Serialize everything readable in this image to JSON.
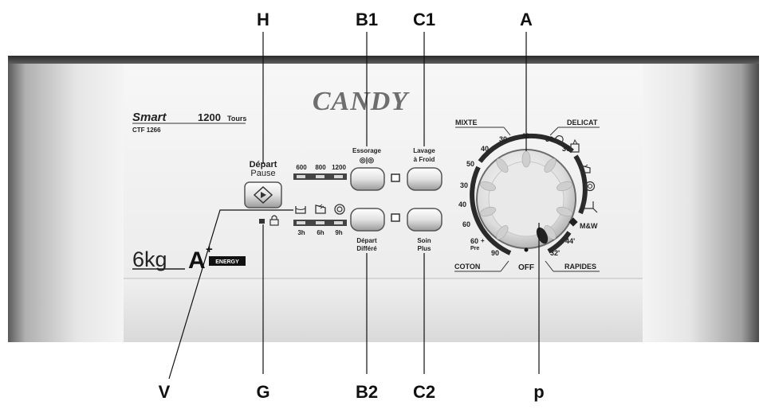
{
  "callouts": {
    "top": [
      "H",
      "B1",
      "C1",
      "A"
    ],
    "bottom": [
      "V",
      "G",
      "B2",
      "C2",
      "p"
    ]
  },
  "brand": "CANDY",
  "model": {
    "name": "Smart",
    "speed_value": "1200",
    "speed_unit": "Tours",
    "code": "CTF 1266"
  },
  "capacity": {
    "kg": "6kg",
    "energy_class": "A",
    "energy_plus": "+",
    "energy_word": "ENERGY"
  },
  "start_pause": {
    "line1": "Départ",
    "line2": "Pause"
  },
  "spin": {
    "label": "Essorage",
    "symbol": "◎|◎",
    "speeds": [
      "600",
      "800",
      "1200"
    ]
  },
  "cold_wash": {
    "line1": "Lavage",
    "line2": "à Froid"
  },
  "delay": {
    "line1": "Départ",
    "line2": "Différé",
    "times": [
      "3h",
      "6h",
      "9h"
    ]
  },
  "care_plus": {
    "line1": "Soin",
    "line2": "Plus"
  },
  "dial": {
    "sections": {
      "mixte": "MIXTE",
      "delicat": "DELICAT",
      "coton": "COTON",
      "rapides": "RAPIDES"
    },
    "mixte_temps": [
      "30",
      "40"
    ],
    "delicat_temps": [
      "40",
      "30",
      "30"
    ],
    "coton_temps": [
      "50",
      "30",
      "40",
      "60",
      "60",
      "90"
    ],
    "coton_pre": "Pre",
    "plus_sign": "+",
    "rapides_times": [
      "44'",
      "32'"
    ],
    "mw": "M&W",
    "off": "OFF"
  }
}
